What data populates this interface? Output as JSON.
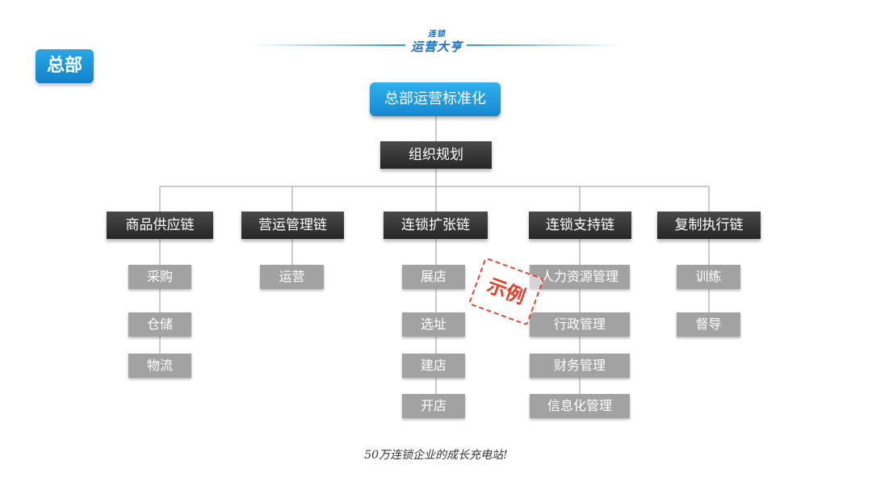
{
  "banner": {
    "logo_line1": "连锁",
    "logo_line2": "运营大亨",
    "accent_color": "#2a97d8"
  },
  "section_tag": "总部",
  "root": "总部运营标准化",
  "level1": "组织规划",
  "chains": [
    {
      "label": "商品供应链",
      "items": [
        "采购",
        "仓储",
        "物流"
      ]
    },
    {
      "label": "营运管理链",
      "items": [
        "运营"
      ]
    },
    {
      "label": "连锁扩张链",
      "items": [
        "展店",
        "选址",
        "建店",
        "开店"
      ]
    },
    {
      "label": "连锁支持链",
      "items": [
        "人力资源管理",
        "行政管理",
        "财务管理",
        "信息化管理"
      ]
    },
    {
      "label": "复制执行链",
      "items": [
        "训练",
        "督导"
      ]
    }
  ],
  "stamp": "示例",
  "footer": "50万连锁企业的成长充电站!"
}
